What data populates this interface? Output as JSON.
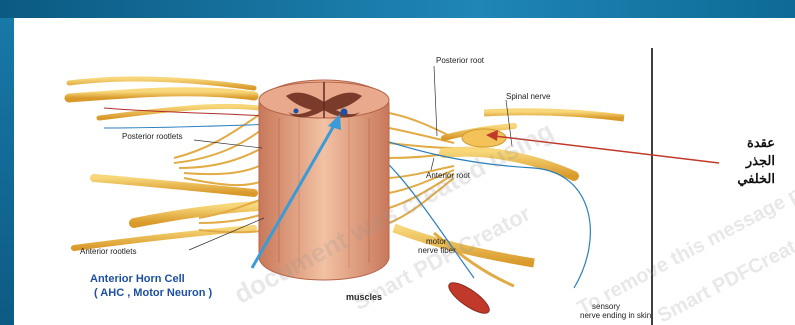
{
  "labels": {
    "posterior_root": "Posterior root",
    "spinal_nerve": "Spinal nerve",
    "posterior_rootlets": "Posterior rootlets",
    "anterior_root": "Anterior root",
    "anterior_rootlets": "Anterior rootlets",
    "motor_nerve_fiber_line1": "motor",
    "motor_nerve_fiber_line2": "nerve fiber",
    "muscles": "muscles",
    "sensory_line1": "sensory",
    "sensory_line2": "nerve ending in skin"
  },
  "annotation": {
    "ahc_line1": "Anterior Horn Cell",
    "ahc_line2": "( AHC , Motor Neuron )",
    "arabic_line1": "عقدة",
    "arabic_line2": "الجذر",
    "arabic_line3": "الخلفي"
  },
  "watermark": {
    "line1": "document was created using",
    "line2": "Smart PDF Creator",
    "line3": "To remove this message purchase the",
    "line4": "Smart PDFCreator"
  },
  "colors": {
    "background": "#1a74a0",
    "slide": "#ffffff",
    "cord": "#e4a582",
    "nerve": "#f0c050",
    "ahc_arrow": "#3a9bd8",
    "ganglion_arrow": "#c0392b"
  }
}
